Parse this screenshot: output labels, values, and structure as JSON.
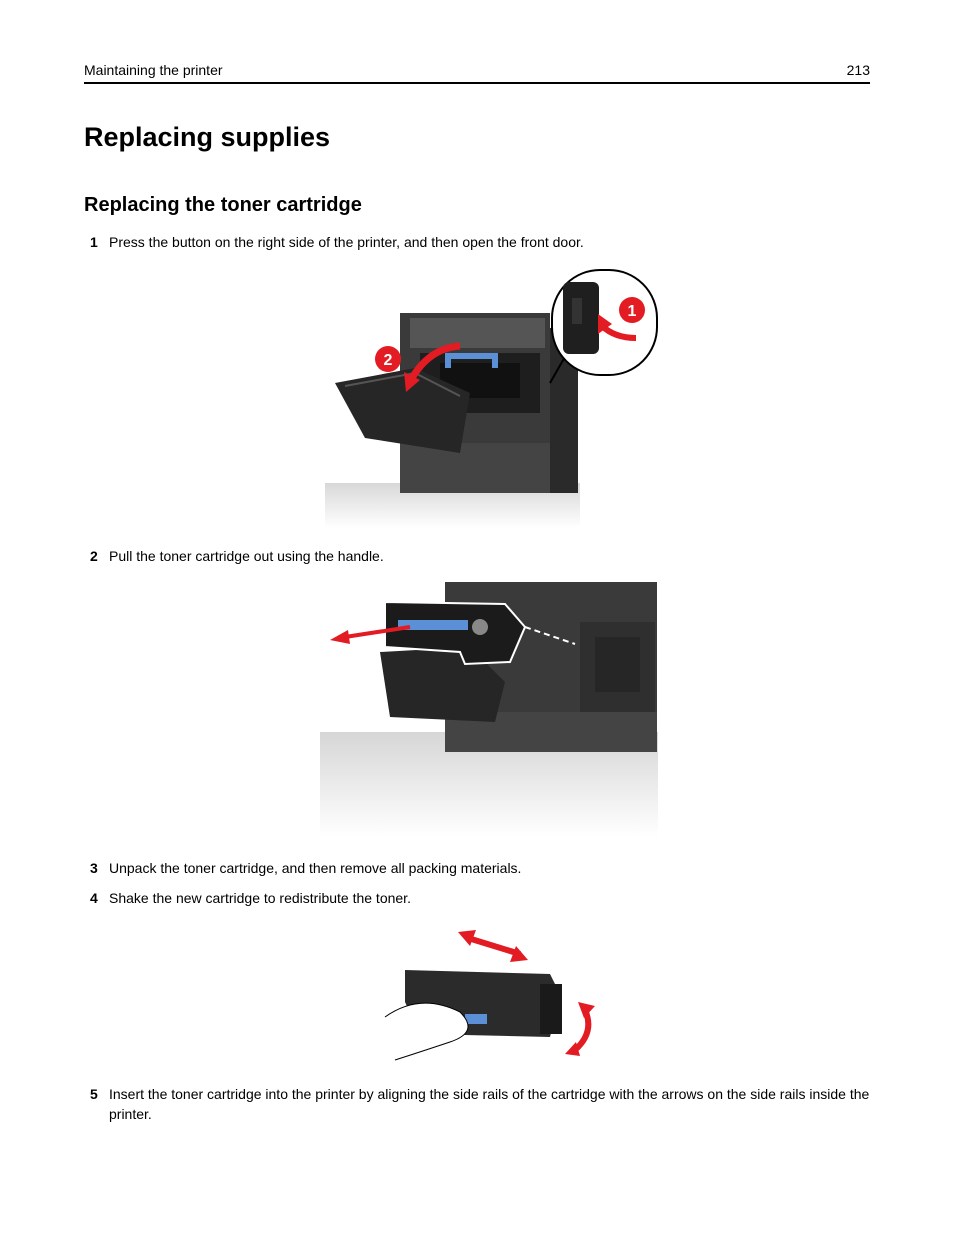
{
  "header": {
    "section": "Maintaining the printer",
    "page_number": "213"
  },
  "title": "Replacing supplies",
  "subtitle": "Replacing the toner cartridge",
  "steps": [
    {
      "num": "1",
      "text": "Press the button on the right side of the printer, and then open the front door."
    },
    {
      "num": "2",
      "text": "Pull the toner cartridge out using the handle."
    },
    {
      "num": "3",
      "text": "Unpack the toner cartridge, and then remove all packing materials."
    },
    {
      "num": "4",
      "text": "Shake the new cartridge to redistribute the toner."
    },
    {
      "num": "5",
      "text": "Insert the toner cartridge into the printer by aligning the side rails of the cartridge with the arrows on the side rails inside the printer."
    }
  ],
  "figures": {
    "fig1": {
      "callout_1": "1",
      "callout_2": "2"
    }
  },
  "colors": {
    "callout_red": "#e31b23",
    "toner_blue": "#5b8fd6",
    "printer_dark": "#2b2b2b"
  }
}
